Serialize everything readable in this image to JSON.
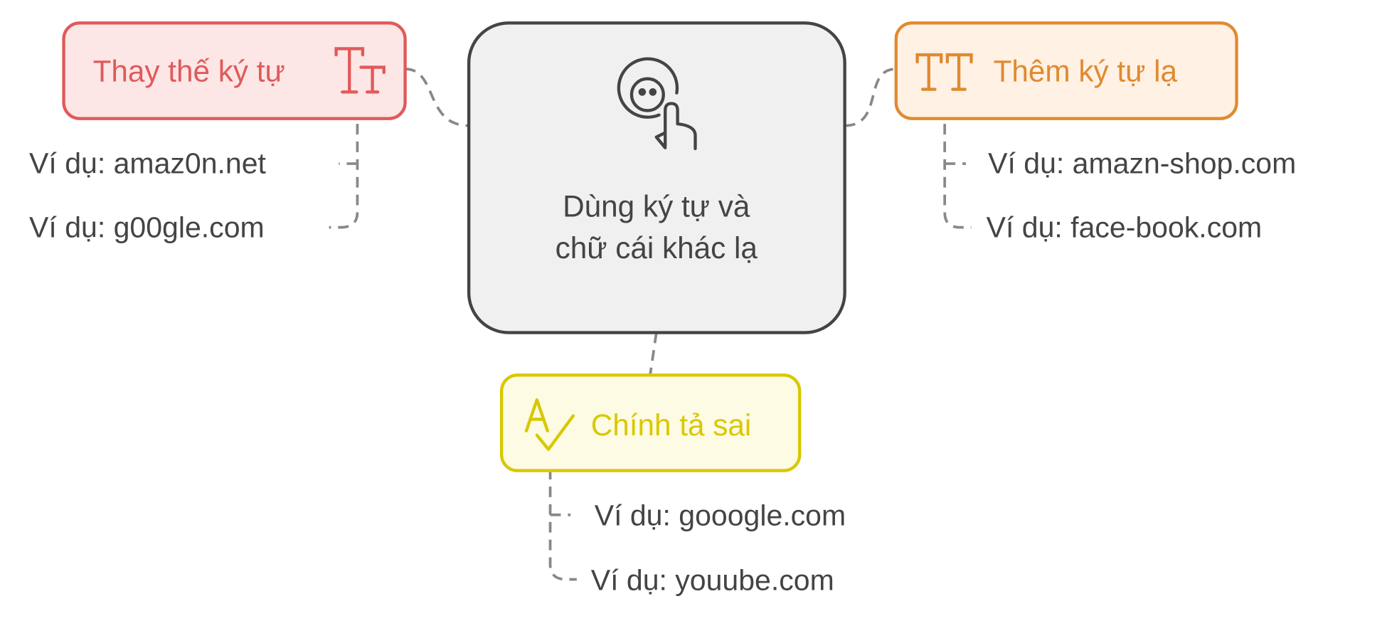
{
  "center": {
    "line1": "Dùng ký tự và",
    "line2": "chữ cái khác lạ",
    "icon": "touch-skull-icon"
  },
  "nodes": [
    {
      "label": "Thay thế ký tự",
      "icon": "text-size-icon",
      "color": "#e05a5a",
      "fill": "#fde6e6",
      "examples": [
        "Ví dụ: amaz0n.net",
        "Ví dụ: g00gle.com"
      ]
    },
    {
      "label": "Thêm ký tự lạ",
      "icon": "text-size-icon",
      "color": "#e08a30",
      "fill": "#fff1e3",
      "examples": [
        "Ví dụ: amazn-shop.com",
        "Ví dụ: face-book.com"
      ]
    },
    {
      "label": "Chính tả sai",
      "icon": "spell-check-icon",
      "color": "#d9c800",
      "fill": "#fdfbe3",
      "examples": [
        "Ví dụ: gooogle.com",
        "Ví dụ: youube.com"
      ]
    }
  ]
}
